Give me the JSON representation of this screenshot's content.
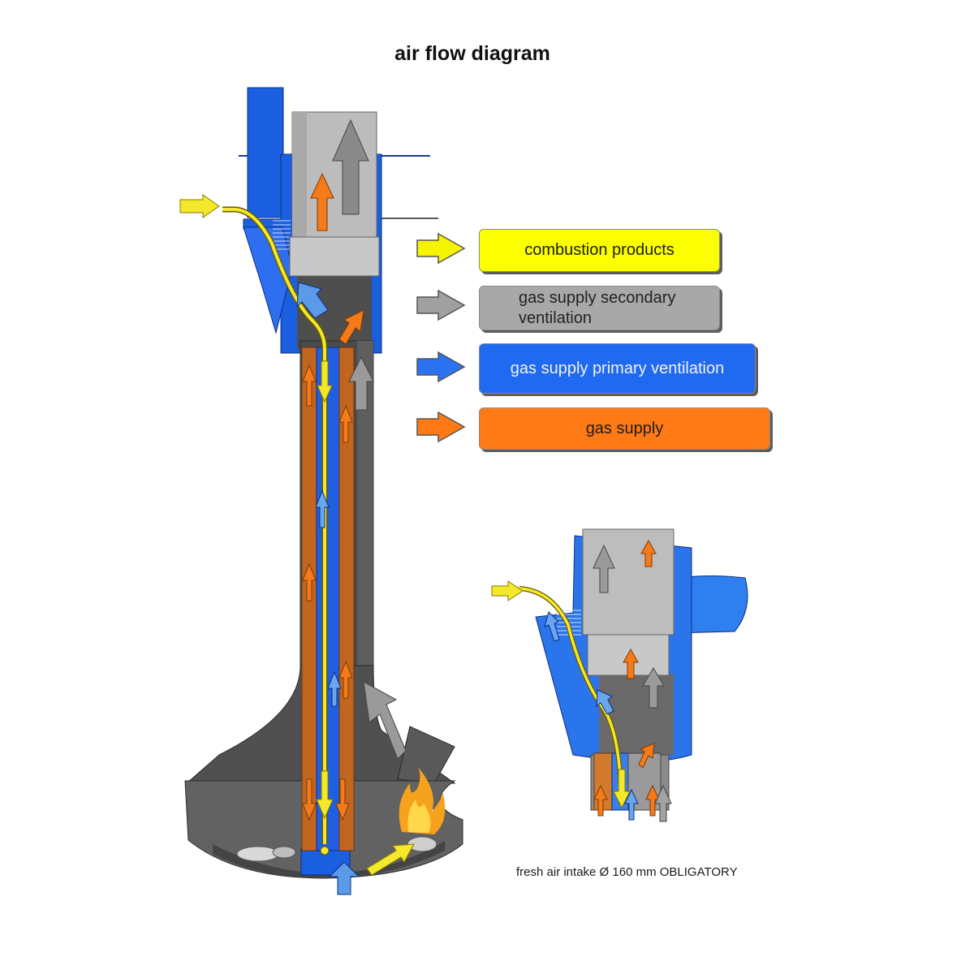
{
  "title": "air flow diagram",
  "legend": {
    "combustion": {
      "label": "combustion products",
      "arrow_color": "#f7f400",
      "color": "#fbff00"
    },
    "secondary": {
      "label": "gas supply secondary ventilation",
      "arrow_color": "#a0a0a0",
      "color": "#a8a8a8"
    },
    "primary": {
      "label": "gas supply primary ventilation",
      "arrow_color": "#2a72f0",
      "color": "#1f6af0"
    },
    "gas": {
      "label": "gas supply",
      "arrow_color": "#ff7a14",
      "color": "#ff7a14"
    }
  },
  "footnote": "fresh air intake Ø 160 mm OBLIGATORY",
  "colors": {
    "blue": "#1a5fe0",
    "steel_gray": "#555555",
    "flue_gray": "#b9b9b9",
    "orange": "#f47a1a",
    "yellow": "#f3e82a"
  }
}
